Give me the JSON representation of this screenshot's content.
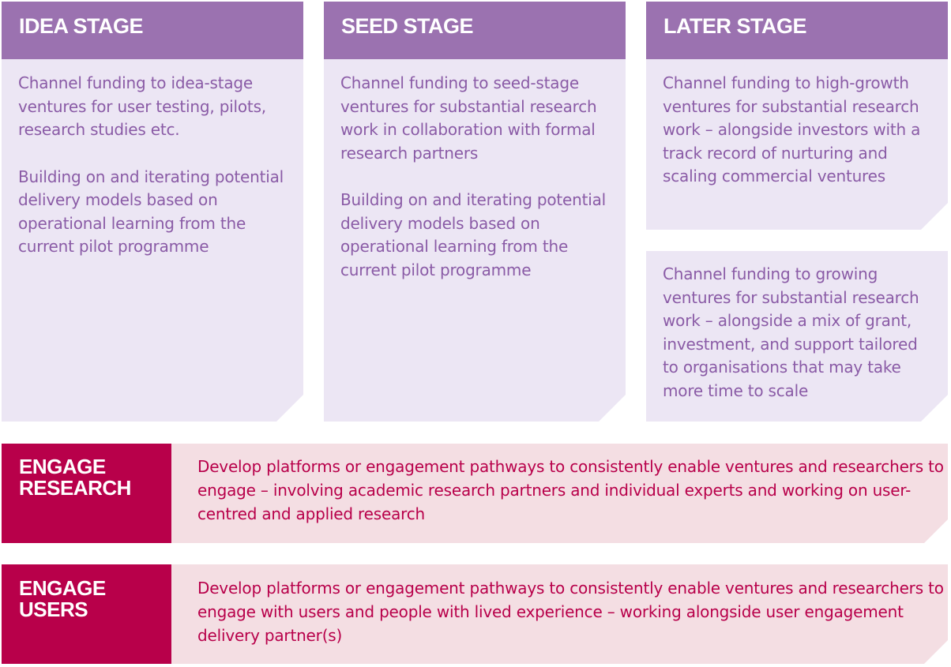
{
  "stages": [
    {
      "title": "IDEA STAGE",
      "paragraphs": [
        "Channel funding to idea-stage ventures for user testing, pilots, research studies etc.",
        "Building on and iterating potential delivery models based on operational learning from the current pilot programme"
      ]
    },
    {
      "title": "SEED STAGE",
      "paragraphs": [
        "Channel funding to seed-stage ventures for substantial research work in collaboration with formal research partners",
        "Building on and iterating potential delivery models based on operational learning from the current pilot programme"
      ]
    },
    {
      "title": "LATER STAGE",
      "paragraphs": [
        "Channel funding to high-growth ventures for substantial research work – alongside investors with a track record of nurturing and scaling commercial ventures",
        "Channel funding to growing ventures for substantial research work – alongside a mix of grant, investment, and support tailored to organisations that may take more time to scale"
      ]
    }
  ],
  "engage": [
    {
      "label": "ENGAGE RESEARCH",
      "text": "Develop platforms or engagement pathways to consistently enable ventures and researchers to engage – involving academic research partners and individual experts and working on user-centred and applied research"
    },
    {
      "label": "ENGAGE USERS",
      "text": "Develop platforms or engagement pathways to consistently enable ventures and researchers to engage with users and people with lived experience – working alongside user engagement delivery partner(s)"
    }
  ],
  "colors": {
    "stage_header": "#9b72b0",
    "stage_box": "#ece6f4",
    "stage_text": "#8a5ba6",
    "engage_label": "#b8004a",
    "engage_band": "#f4dee3"
  }
}
